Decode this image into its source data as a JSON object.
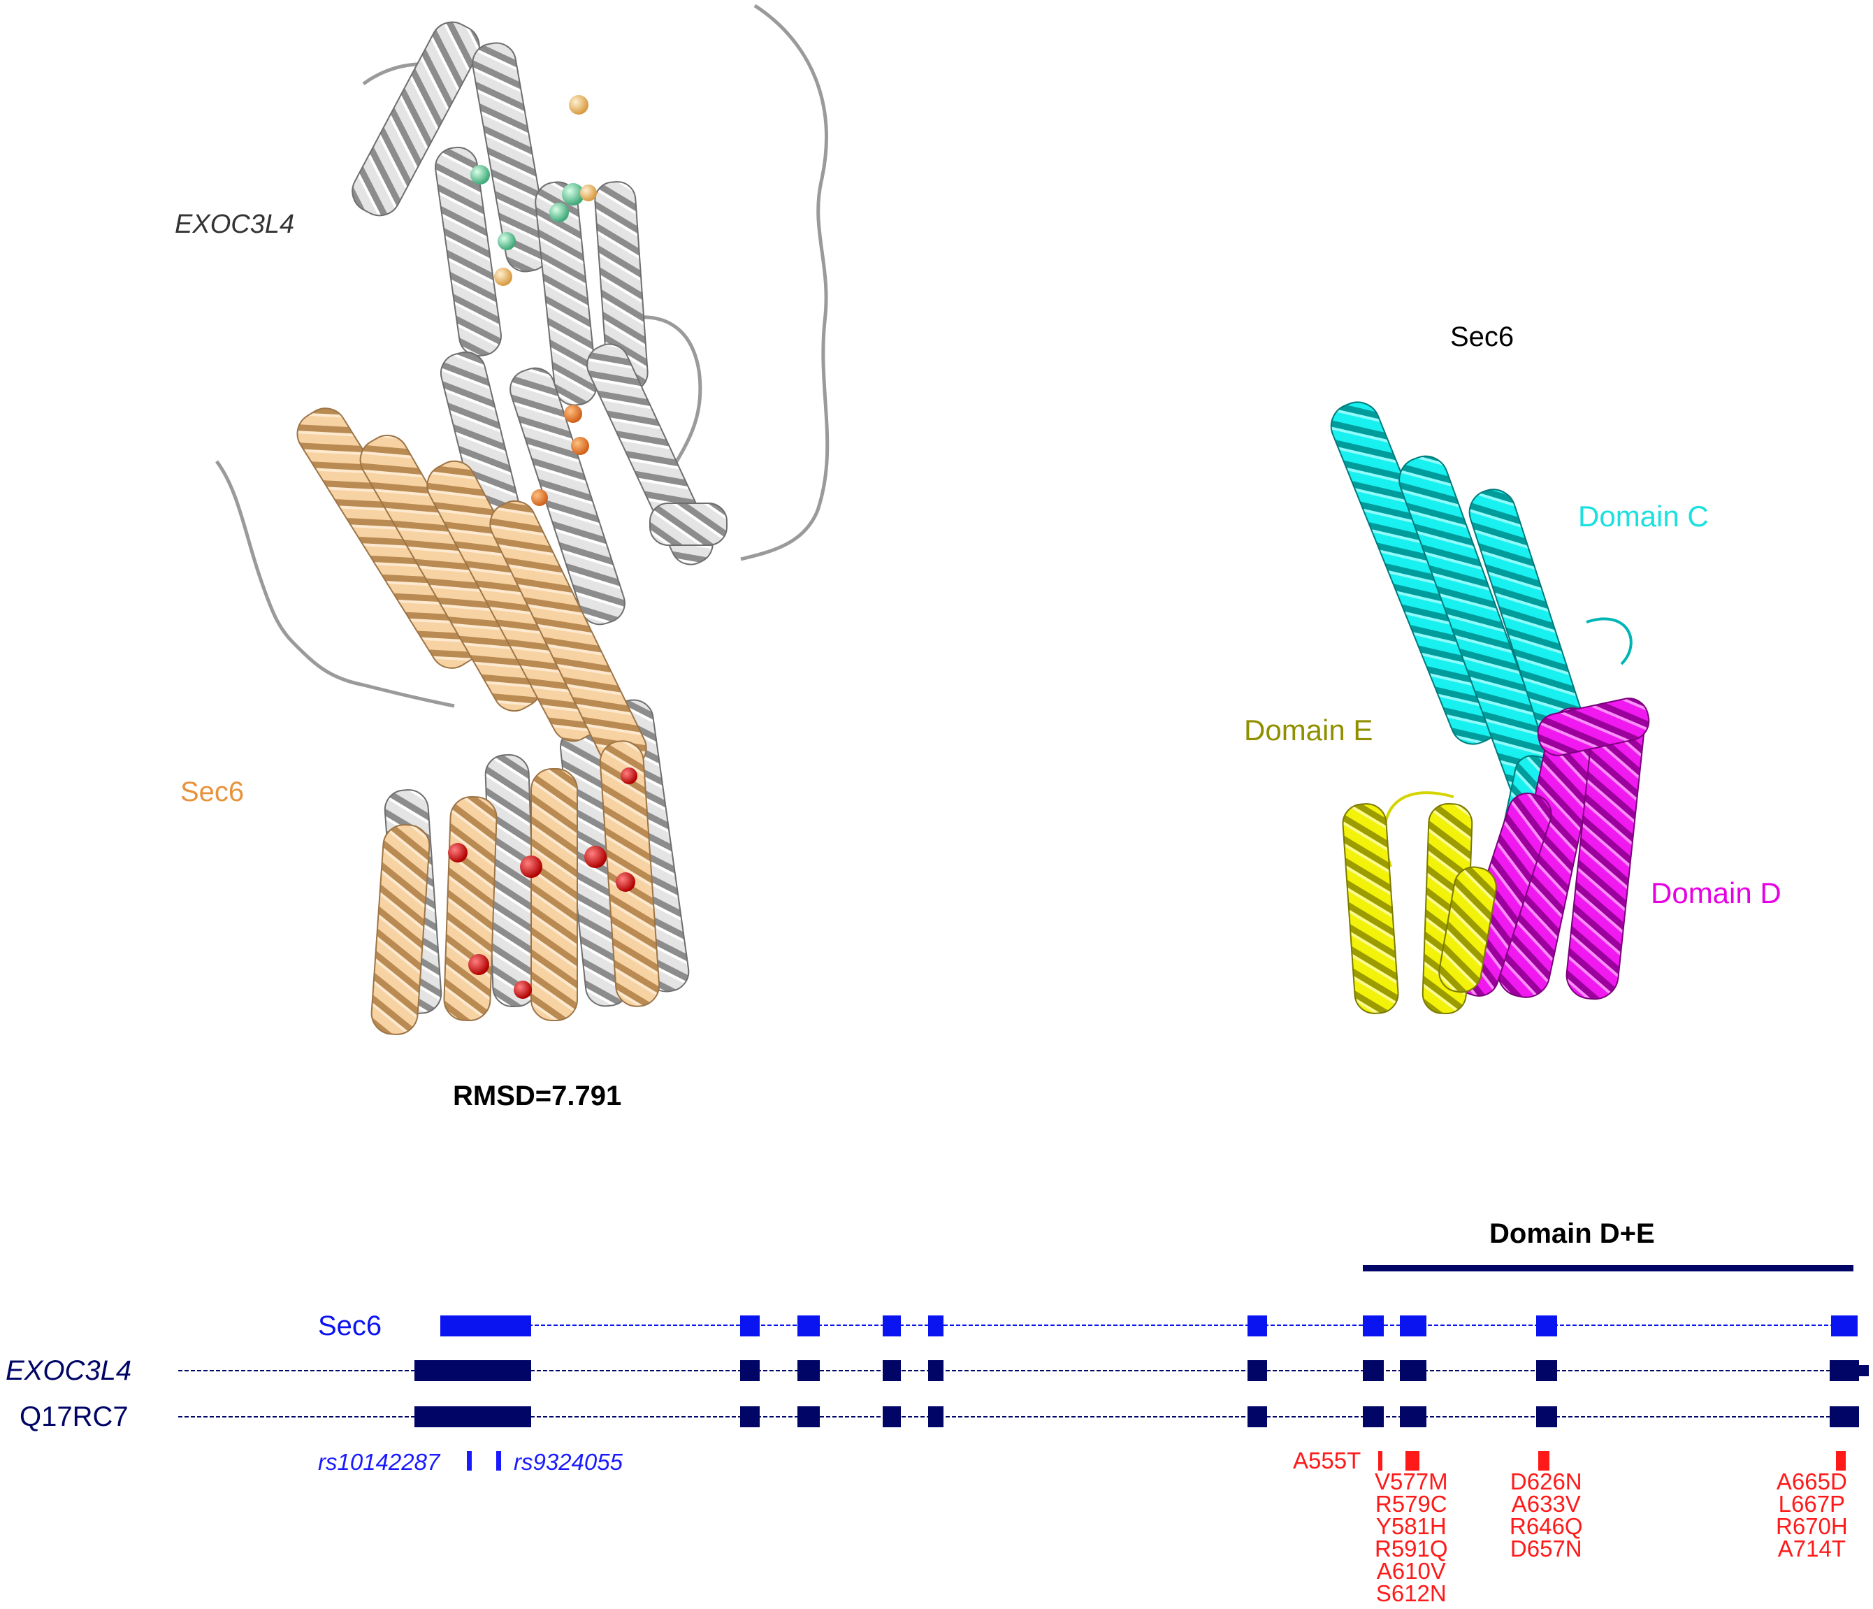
{
  "structure_left": {
    "gene_label": "EXOC3L4",
    "protein_label": "Sec6",
    "rmsd": "RMSD=7.791"
  },
  "structure_right": {
    "title": "Sec6",
    "domain_c": "Domain C",
    "domain_d": "Domain D",
    "domain_e": "Domain E"
  },
  "colors": {
    "sec6_overlay": "#f5c48a",
    "exoc3l4_gray": "#d9d9d9",
    "domain_c": "#00e5e5",
    "domain_d": "#e600e6",
    "domain_e": "#e6e600",
    "track_sec6": "#0a14f0",
    "track_dark": "#000566",
    "mutation": "#ff1a1a",
    "snp": "#1a1aff"
  },
  "gene_model": {
    "domain_bar_label": "Domain D+E",
    "tracks": [
      {
        "label": "Sec6"
      },
      {
        "label": "EXOC3L4"
      },
      {
        "label": "Q17RC7"
      }
    ],
    "snps": [
      "rs10142287",
      "rs9324055"
    ],
    "mutation_groups": [
      {
        "lines": "A555T"
      },
      {
        "lines": "V577M\nR579C\nY581H\nR591Q\nA610V\nS612N"
      },
      {
        "lines": "D626N\nA633V\nR646Q\nD657N"
      },
      {
        "lines": "A665D\nL667P\nR670H\nA714T"
      }
    ]
  }
}
